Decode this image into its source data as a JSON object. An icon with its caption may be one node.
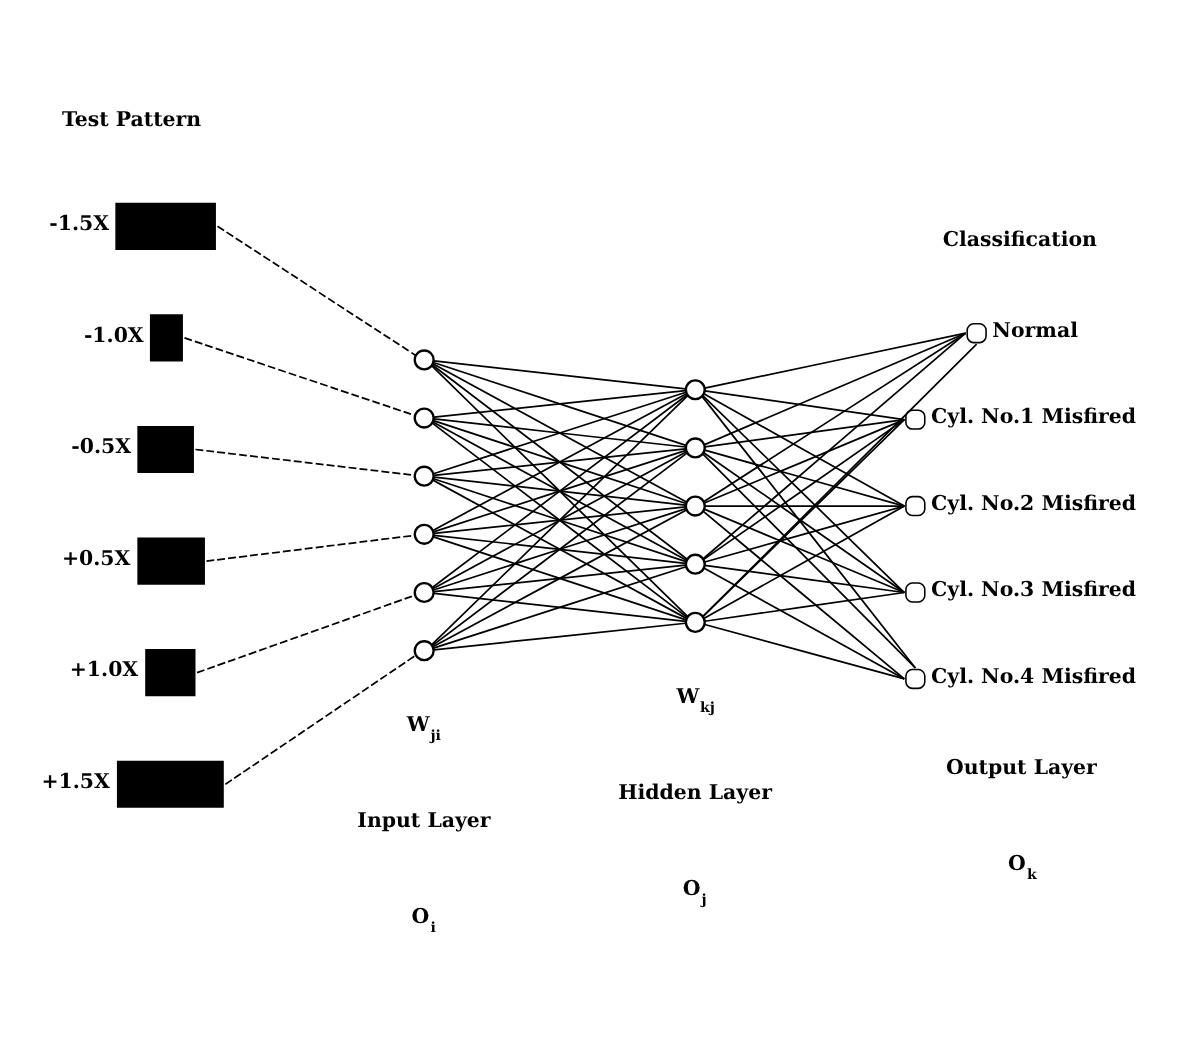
{
  "diagram": {
    "nodes": [
      {
        "text": [],
        "shape": "bar",
        "beside": [
          "-1.5X"
        ]
      },
      {
        "text": [],
        "shape": "bar",
        "beside": [
          "-1.0X"
        ]
      },
      {
        "text": [],
        "shape": "bar",
        "beside": [
          "-0.5X"
        ]
      },
      {
        "text": [],
        "shape": "bar",
        "beside": [
          "+0.5X"
        ]
      },
      {
        "text": [],
        "shape": "bar",
        "beside": [
          "+1.0X"
        ]
      },
      {
        "text": [],
        "shape": "bar",
        "beside": [
          "+1.5X"
        ]
      },
      {
        "text": [],
        "shape": "circle"
      },
      {
        "text": [],
        "shape": "circle"
      },
      {
        "text": [],
        "shape": "circle"
      },
      {
        "text": [],
        "shape": "circle"
      },
      {
        "text": [],
        "shape": "circle"
      },
      {
        "text": [],
        "shape": "circle"
      },
      {
        "text": [],
        "shape": "circle"
      },
      {
        "text": [],
        "shape": "circle"
      },
      {
        "text": [],
        "shape": "circle"
      },
      {
        "text": [],
        "shape": "circle"
      },
      {
        "text": [],
        "shape": "circle"
      },
      {
        "text": [],
        "shape": "circle",
        "beside": [
          "Normal"
        ]
      },
      {
        "text": [],
        "shape": "circle",
        "beside": [
          "Cyl. No.1 Misfired"
        ]
      },
      {
        "text": [],
        "shape": "circle",
        "beside": [
          "Cyl. No.2 Misfired"
        ]
      },
      {
        "text": [],
        "shape": "circle",
        "beside": [
          "Cyl. No.3 Misfired"
        ]
      },
      {
        "text": [],
        "shape": "circle",
        "beside": [
          "Cyl. No.4 Misfired"
        ]
      }
    ],
    "edges": [
      {
        "from": 0,
        "to": 6,
        "arrow": "none",
        "style": "dashed"
      },
      {
        "from": 1,
        "to": 7,
        "arrow": "none",
        "style": "dashed"
      },
      {
        "from": 2,
        "to": 8,
        "arrow": "none",
        "style": "dashed"
      },
      {
        "from": 3,
        "to": 9,
        "arrow": "none",
        "style": "dashed"
      },
      {
        "from": 4,
        "to": 10,
        "arrow": "none",
        "style": "dashed"
      },
      {
        "from": 5,
        "to": 11,
        "arrow": "none",
        "style": "dashed"
      },
      {
        "from": 6,
        "to": 12,
        "arrow": "none"
      },
      {
        "from": 6,
        "to": 13,
        "arrow": "none"
      },
      {
        "from": 6,
        "to": 14,
        "arrow": "none"
      },
      {
        "from": 6,
        "to": 15,
        "arrow": "none"
      },
      {
        "from": 6,
        "to": 16,
        "arrow": "none"
      },
      {
        "from": 7,
        "to": 12,
        "arrow": "none"
      },
      {
        "from": 7,
        "to": 13,
        "arrow": "none"
      },
      {
        "from": 7,
        "to": 14,
        "arrow": "none"
      },
      {
        "from": 7,
        "to": 15,
        "arrow": "none"
      },
      {
        "from": 7,
        "to": 16,
        "arrow": "none"
      },
      {
        "from": 8,
        "to": 12,
        "arrow": "none"
      },
      {
        "from": 8,
        "to": 13,
        "arrow": "none"
      },
      {
        "from": 8,
        "to": 14,
        "arrow": "none"
      },
      {
        "from": 8,
        "to": 15,
        "arrow": "none"
      },
      {
        "from": 8,
        "to": 16,
        "arrow": "none"
      },
      {
        "from": 9,
        "to": 12,
        "arrow": "none"
      },
      {
        "from": 9,
        "to": 13,
        "arrow": "none"
      },
      {
        "from": 9,
        "to": 14,
        "arrow": "none"
      },
      {
        "from": 9,
        "to": 15,
        "arrow": "none"
      },
      {
        "from": 9,
        "to": 16,
        "arrow": "none"
      },
      {
        "from": 10,
        "to": 12,
        "arrow": "none"
      },
      {
        "from": 10,
        "to": 13,
        "arrow": "none"
      },
      {
        "from": 10,
        "to": 14,
        "arrow": "none"
      },
      {
        "from": 10,
        "to": 15,
        "arrow": "none"
      },
      {
        "from": 10,
        "to": 16,
        "arrow": "none"
      },
      {
        "from": 11,
        "to": 12,
        "arrow": "none"
      },
      {
        "from": 11,
        "to": 13,
        "arrow": "none"
      },
      {
        "from": 11,
        "to": 14,
        "arrow": "none"
      },
      {
        "from": 11,
        "to": 15,
        "arrow": "none"
      },
      {
        "from": 11,
        "to": 16,
        "arrow": "none"
      },
      {
        "from": 12,
        "to": 17,
        "arrow": "none"
      },
      {
        "from": 12,
        "to": 18,
        "arrow": "none"
      },
      {
        "from": 12,
        "to": 19,
        "arrow": "none"
      },
      {
        "from": 12,
        "to": 20,
        "arrow": "none"
      },
      {
        "from": 12,
        "to": 21,
        "arrow": "none"
      },
      {
        "from": 13,
        "to": 17,
        "arrow": "none"
      },
      {
        "from": 13,
        "to": 18,
        "arrow": "none"
      },
      {
        "from": 13,
        "to": 19,
        "arrow": "none"
      },
      {
        "from": 13,
        "to": 20,
        "arrow": "none"
      },
      {
        "from": 13,
        "to": 21,
        "arrow": "none"
      },
      {
        "from": 14,
        "to": 17,
        "arrow": "none"
      },
      {
        "from": 14,
        "to": 18,
        "arrow": "none"
      },
      {
        "from": 14,
        "to": 19,
        "arrow": "none"
      },
      {
        "from": 14,
        "to": 20,
        "arrow": "none"
      },
      {
        "from": 14,
        "to": 21,
        "arrow": "none"
      },
      {
        "from": 15,
        "to": 17,
        "arrow": "none"
      },
      {
        "from": 15,
        "to": 18,
        "arrow": "none"
      },
      {
        "from": 15,
        "to": 19,
        "arrow": "none"
      },
      {
        "from": 15,
        "to": 20,
        "arrow": "none"
      },
      {
        "from": 15,
        "to": 21,
        "arrow": "none"
      },
      {
        "from": 16,
        "to": 17,
        "arrow": "none"
      },
      {
        "from": 16,
        "to": 18,
        "arrow": "none"
      },
      {
        "from": 16,
        "to": 19,
        "arrow": "none"
      },
      {
        "from": 16,
        "to": 20,
        "arrow": "none"
      },
      {
        "from": 16,
        "to": 21,
        "arrow": "none"
      }
    ],
    "labels": [
      "Test Pattern",
      "Classification",
      "W$_{ji}$",
      "W$_{kj}$",
      "Input Layer",
      "Hidden Layer",
      "Output Layer",
      "O$_{i}$",
      "O$_{j}$",
      "O$_{k}$"
    ]
  }
}
